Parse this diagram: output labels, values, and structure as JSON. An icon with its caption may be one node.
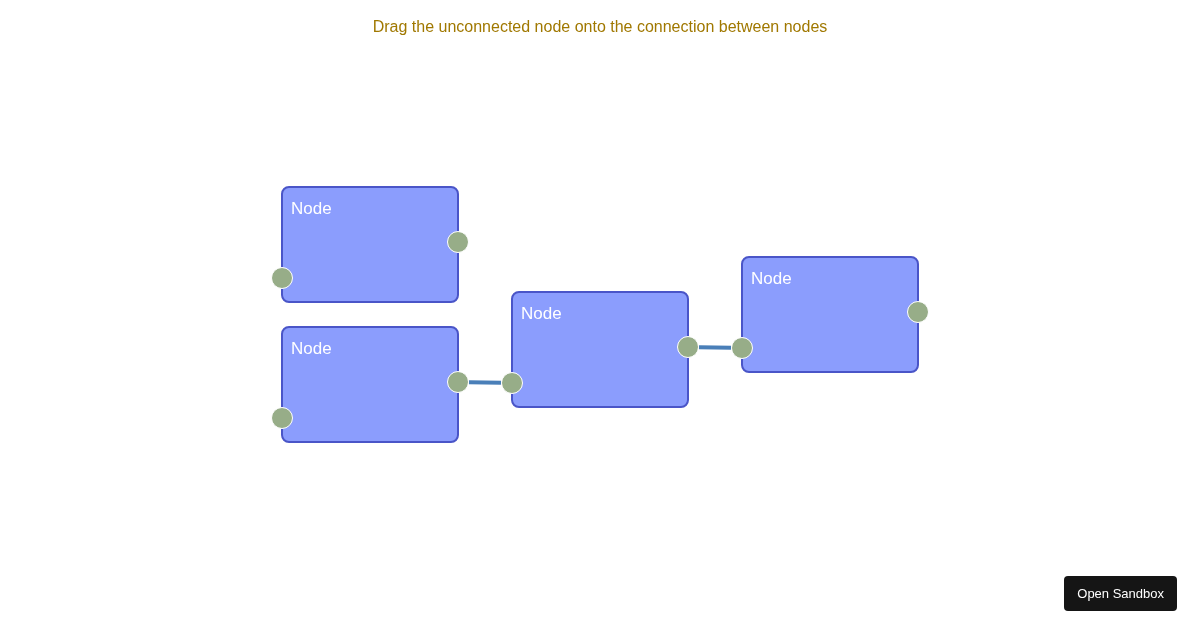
{
  "diagram": {
    "title": "Drag the unconnected node onto the connection between nodes",
    "nodes": [
      {
        "text": [
          "Node"
        ]
      },
      {
        "text": [
          "Node"
        ]
      },
      {
        "text": [
          "Node"
        ]
      },
      {
        "text": [
          "Node"
        ]
      },
      {
        "text": [],
        "shape": "circle"
      },
      {
        "text": [],
        "shape": "circle"
      },
      {
        "text": [],
        "shape": "circle"
      },
      {
        "text": [],
        "shape": "circle"
      },
      {
        "text": [],
        "shape": "circle"
      },
      {
        "text": [],
        "shape": "circle"
      },
      {
        "text": [],
        "shape": "circle"
      },
      {
        "text": [],
        "shape": "circle"
      }
    ],
    "edges": [
      {
        "from": 6,
        "to": 8,
        "arrow": "none"
      },
      {
        "from": 9,
        "to": 10,
        "arrow": "none"
      }
    ],
    "labels": [
      "Open Sandbox"
    ]
  }
}
